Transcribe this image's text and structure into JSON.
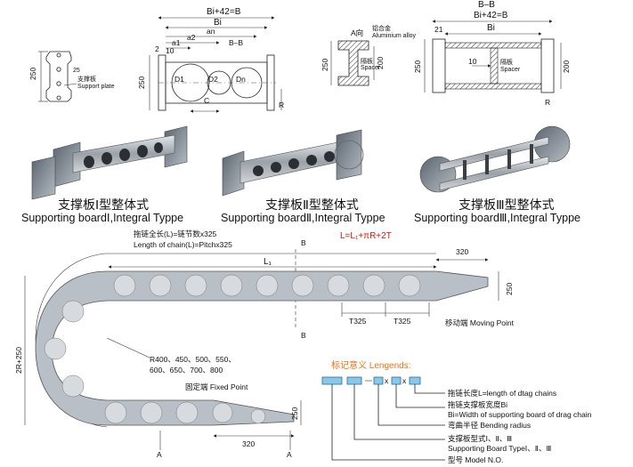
{
  "top_left_plate": {
    "height": "250",
    "hole_dim": "25",
    "label_cn": "支撑板",
    "label_en": "Support plate"
  },
  "top_center_drawing": {
    "width_total": "Bi+42=B",
    "inner_width": "Bi",
    "an": "an",
    "a2": "a2",
    "a1": "a1",
    "ten": "10",
    "two": "2",
    "height": "250",
    "section": "B–B",
    "d1": "D1",
    "d2": "D2",
    "dn": "Dn",
    "c": "C",
    "r": "R"
  },
  "top_profile": {
    "a_dir": "A向",
    "alloy_cn": "铝合金",
    "alloy_en": "Aluminium alloy",
    "spacer_cn": "隔板",
    "spacer_en": "Spacer",
    "h250": "250",
    "h200": "200"
  },
  "top_right_drawing": {
    "section": "B–B",
    "width_total": "Bi+42=B",
    "inner_width": "Bi",
    "twenty_one": "21",
    "ten": "10",
    "spacer_cn": "隔板",
    "spacer_en": "Spacer",
    "h250": "250",
    "h200": "200",
    "r": "R"
  },
  "products": [
    {
      "title_cn": "支撑板Ⅰ型整体式",
      "title_en": "Supporting boardⅠ,Integral Typpe"
    },
    {
      "title_cn": "支撑板Ⅱ型整体式",
      "title_en": "Supporting boardⅡ,Integral Typpe"
    },
    {
      "title_cn": "支撑板Ⅲ型整体式",
      "title_en": "Supporting boardⅢ,Integral Typpe"
    }
  ],
  "chain_diagram": {
    "length_cn": "拖链全长(L)=链节数x325",
    "length_en": "Length of chain(L)=Pitchx325",
    "formula": "L=L₁+πR+2T",
    "b_top": "B",
    "b_bottom": "B",
    "l1": "L₁",
    "d320_top": "320",
    "d250_right": "250",
    "t325_a": "T325",
    "t325_b": "T325",
    "moving_point": "移动端 Moving Point",
    "height_left": "2R+250",
    "radius_line1": "R400、450、500、550、",
    "radius_line2": "600、650、700、800",
    "fixed_point": "固定端 Fixed Point",
    "d250_bottom": "250",
    "d320_bottom": "320",
    "a_left": "A",
    "a_right": "A"
  },
  "legend": {
    "title": "标记意义 Lengends:",
    "x1": "x",
    "x2": "x",
    "item1": "拖链长度L=length of dtag chains",
    "item2_cn": "拖链支撑板宽度Bi",
    "item2_en": "Bi=Width of supporting board of drag chain",
    "item3": "弯曲半径 Bending radius",
    "item4_cn": "支撑板型式Ⅰ、Ⅱ、Ⅲ",
    "item4_en": "Supporting Board TypeⅠ、Ⅱ、Ⅲ",
    "item5": "型号 Model N.O."
  },
  "colors": {
    "red": "#e01010",
    "orange": "#e8731a",
    "legend_box": "#8ec6e8",
    "chain_fill": "#b9bfc6"
  }
}
